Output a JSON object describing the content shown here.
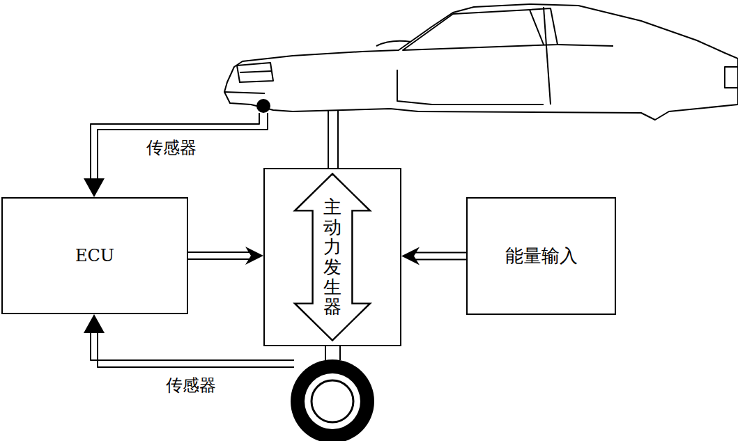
{
  "diagram": {
    "nodes": [
      {
        "text": [
          "ECU"
        ]
      },
      {
        "text": [
          "主动力发生器"
        ]
      },
      {
        "text": [
          "能量输入"
        ]
      }
    ],
    "edges": [
      {
        "from": 0,
        "to": 1,
        "arrow": "to"
      },
      {
        "from": 2,
        "to": 1,
        "arrow": "to"
      }
    ],
    "labels": [
      "传感器",
      "传感器"
    ]
  }
}
